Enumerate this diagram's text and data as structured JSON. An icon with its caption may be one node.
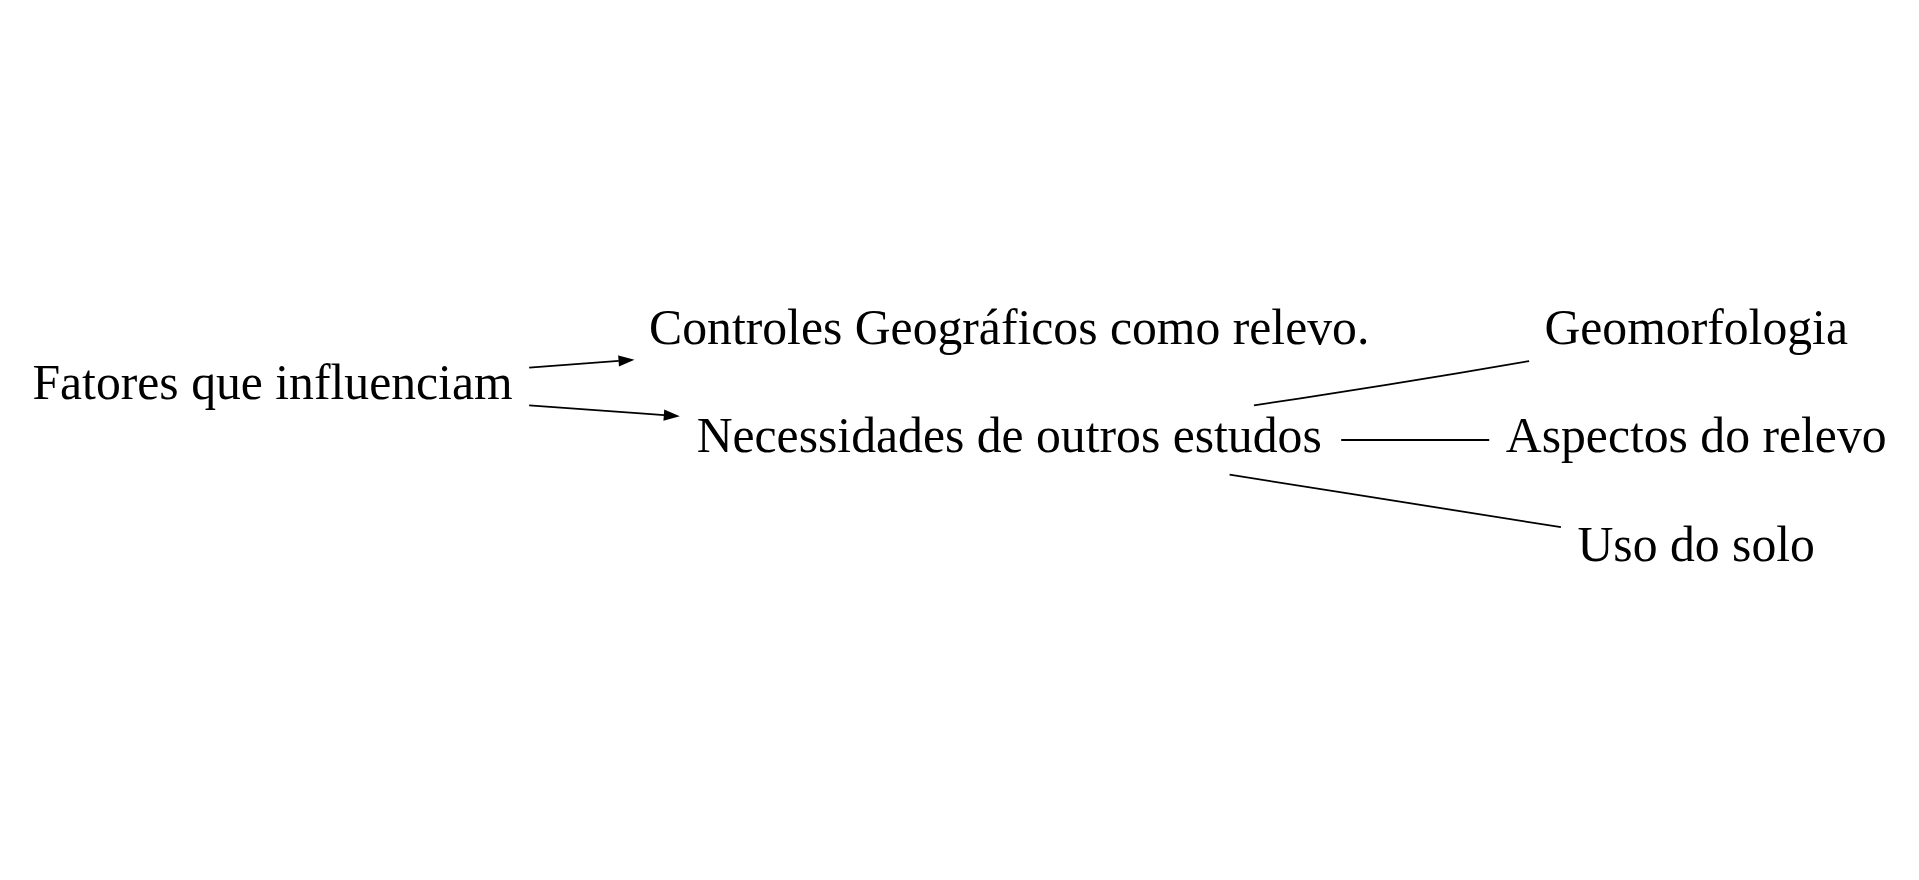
{
  "diagram": {
    "nodes": [
      {
        "text": [
          "Fatores que influenciam"
        ]
      },
      {
        "text": [
          "Controles Geográficos como relevo."
        ]
      },
      {
        "text": [
          "Necessidades de outros estudos"
        ]
      },
      {
        "text": [
          "Geomorfologia"
        ]
      },
      {
        "text": [
          "Aspectos do relevo"
        ]
      },
      {
        "text": [
          "Uso do solo"
        ]
      }
    ],
    "edges": [
      {
        "from": 0,
        "to": 1,
        "arrow": "to"
      },
      {
        "from": 0,
        "to": 2,
        "arrow": "to"
      },
      {
        "from": 2,
        "to": 3,
        "arrow": "none"
      },
      {
        "from": 2,
        "to": 4,
        "arrow": "none"
      },
      {
        "from": 2,
        "to": 5,
        "arrow": "none"
      }
    ]
  }
}
